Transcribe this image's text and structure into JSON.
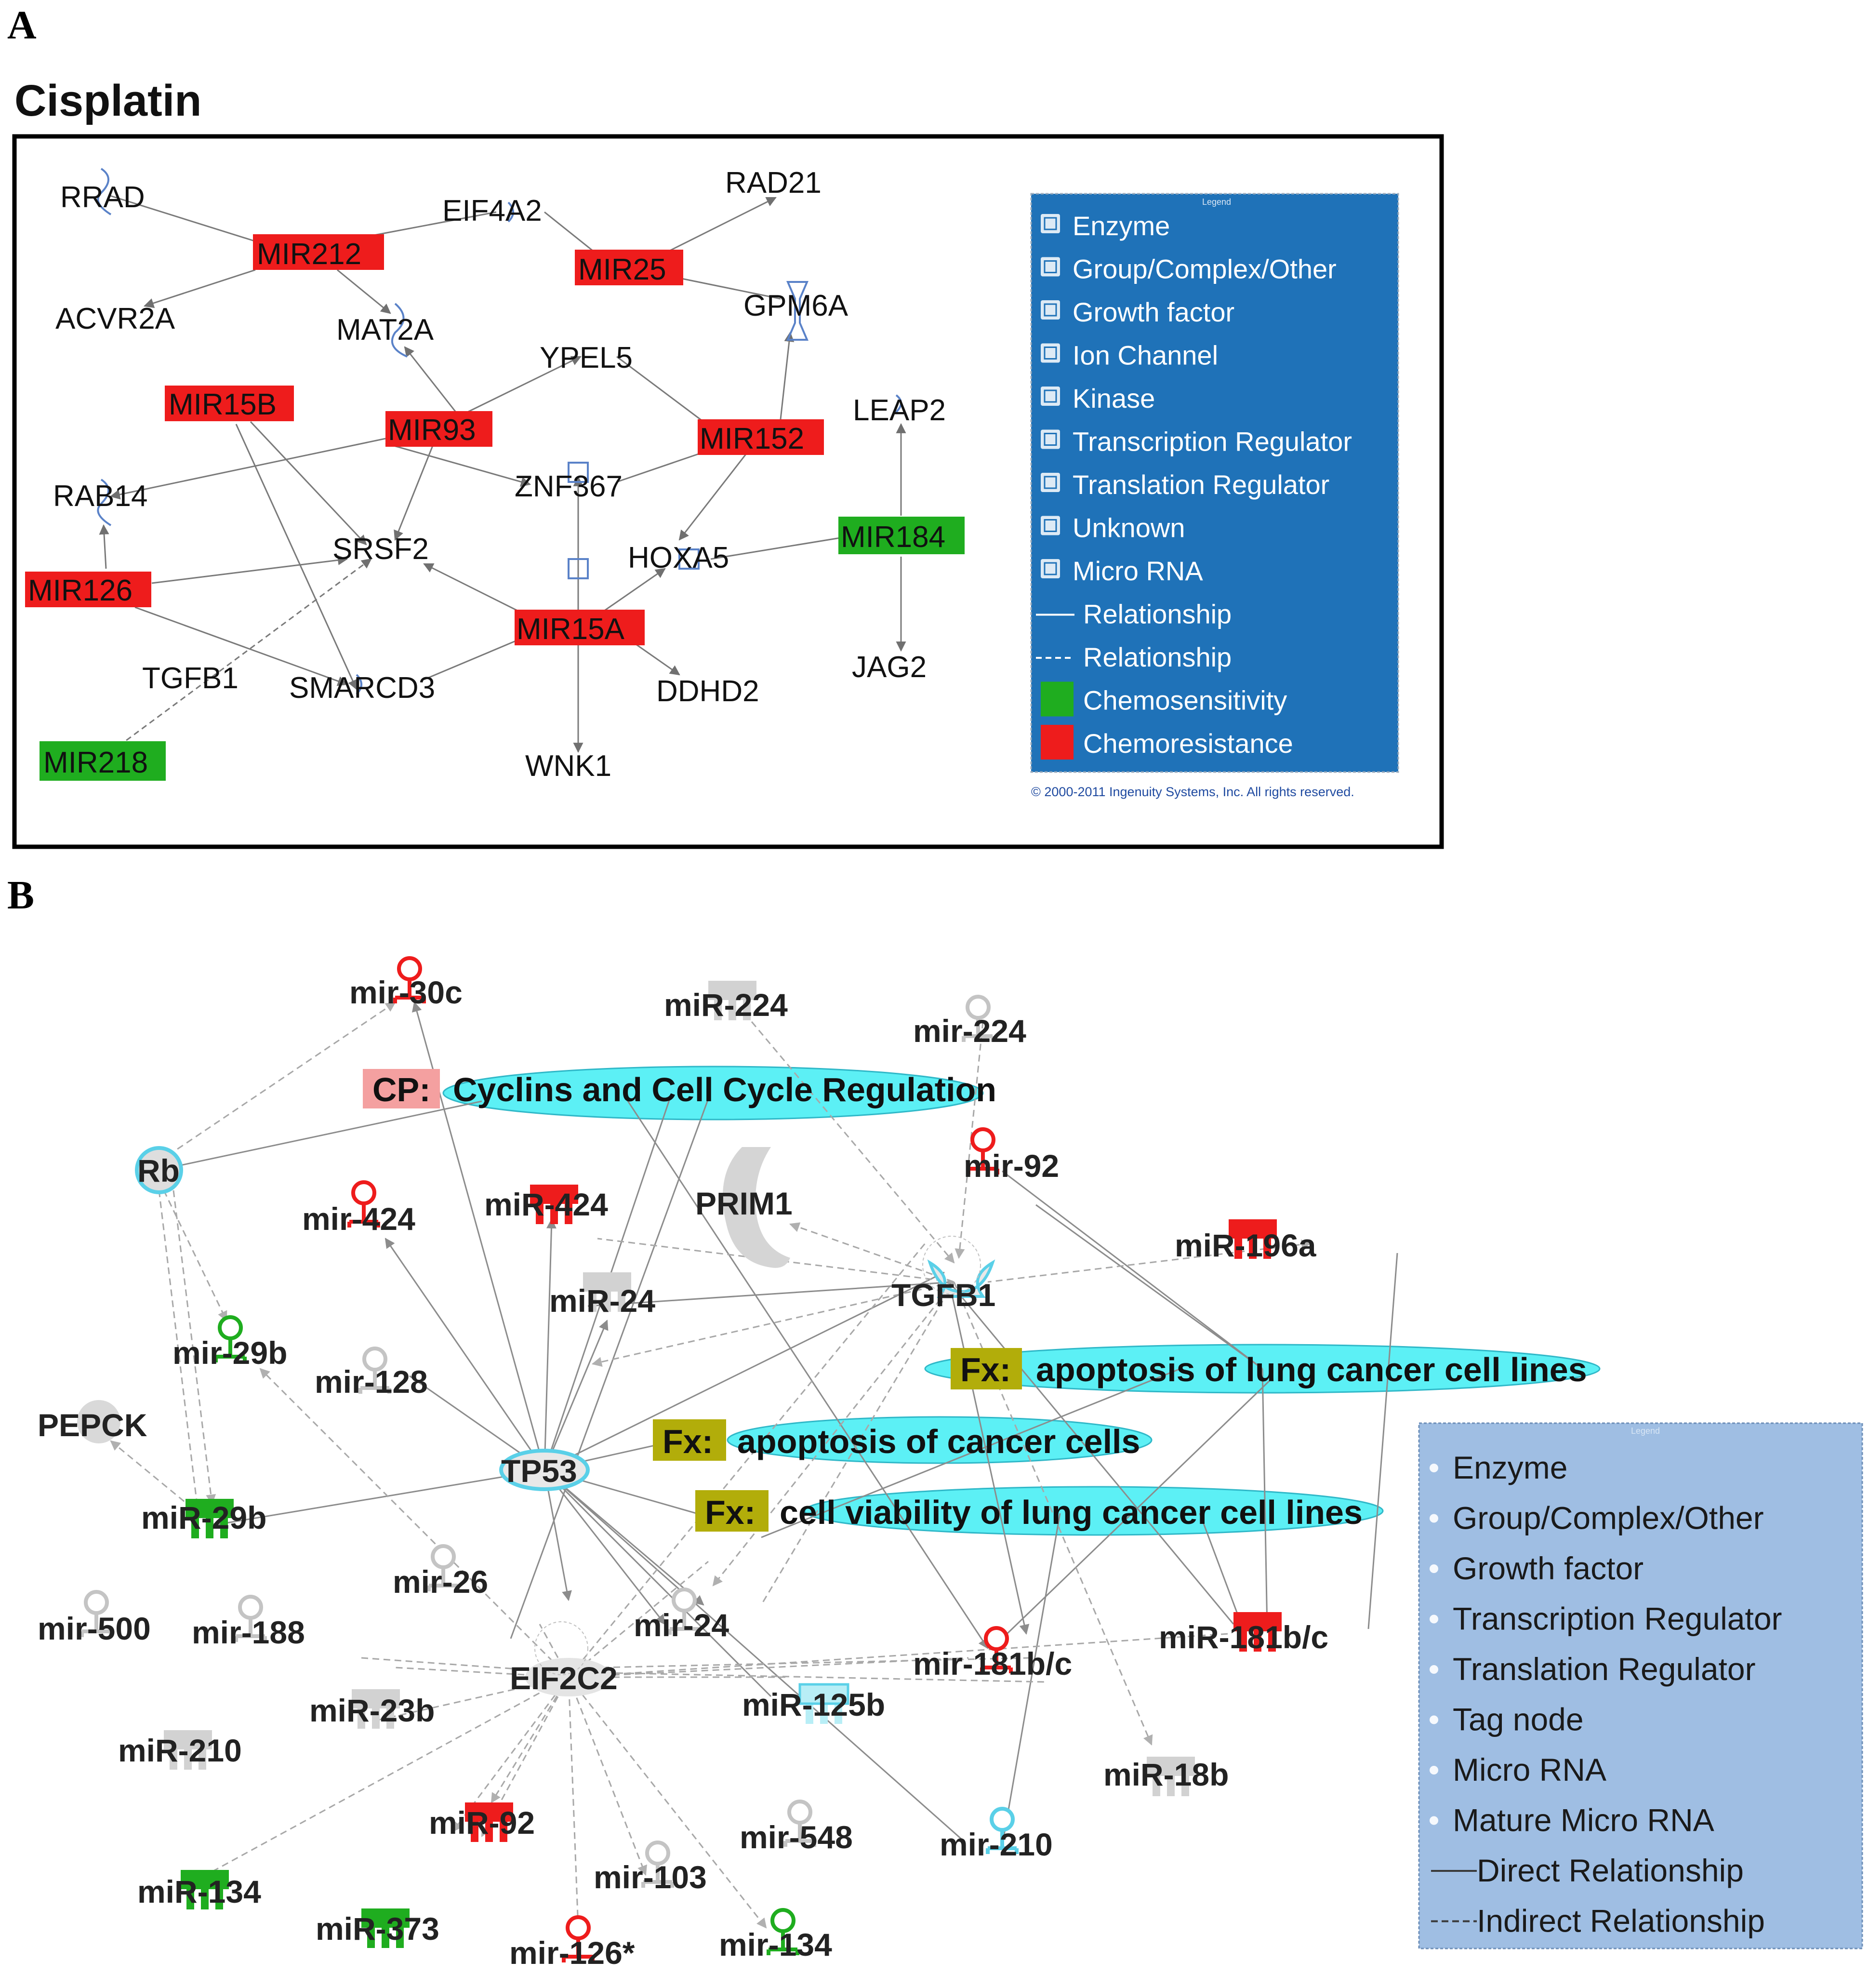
{
  "panel_a": {
    "letter": "A",
    "title": "Cisplatin",
    "legend": {
      "header": "Legend",
      "items": [
        {
          "label": "Enzyme",
          "icon": "enzyme-icon"
        },
        {
          "label": "Group/Complex/Other",
          "icon": "group-icon"
        },
        {
          "label": "Growth factor",
          "icon": "growth-factor-icon"
        },
        {
          "label": "Ion Channel",
          "icon": "ion-channel-icon"
        },
        {
          "label": "Kinase",
          "icon": "kinase-icon"
        },
        {
          "label": "Transcription Regulator",
          "icon": "transcription-regulator-icon"
        },
        {
          "label": "Translation Regulator",
          "icon": "translation-regulator-icon"
        },
        {
          "label": "Unknown",
          "icon": "unknown-icon"
        },
        {
          "label": "Micro RNA",
          "icon": "micro-rna-icon"
        },
        {
          "label": "Relationship",
          "icon": "solid-line-icon"
        },
        {
          "label": "Relationship",
          "icon": "dashed-line-icon"
        },
        {
          "label": "Chemosensitivity",
          "icon": "green-swatch-icon"
        },
        {
          "label": "Chemoresistance",
          "icon": "red-swatch-icon"
        }
      ]
    },
    "copyright": "© 2000-2011 Ingenuity Systems, Inc. All rights reserved.",
    "nodes": {
      "rrad": "RRAD",
      "eif4a2": "EIF4A2",
      "rad21": "RAD21",
      "mir212": "MIR212",
      "mir25": "MIR25",
      "acvr2a": "ACVR2A",
      "mat2a": "MAT2A",
      "gpm6a": "GPM6A",
      "ypel5": "YPEL5",
      "mir15b": "MIR15B",
      "mir93": "MIR93",
      "mir152": "MIR152",
      "leap2": "LEAP2",
      "rab14": "RAB14",
      "znf367": "ZNF367",
      "mir184": "MIR184",
      "srsf2": "SRSF2",
      "hoxa5": "HOXA5",
      "mir126": "MIR126",
      "mir15a": "MIR15A",
      "tgfb1": "TGFB1",
      "smarcd3": "SMARCD3",
      "ddhd2": "DDHD2",
      "jag2": "JAG2",
      "mir218": "MIR218",
      "wnk1": "WNK1"
    }
  },
  "panel_b": {
    "letter": "B",
    "legend": {
      "header": "Legend",
      "items": [
        {
          "label": "Enzyme",
          "icon": "enzyme-icon"
        },
        {
          "label": "Group/Complex/Other",
          "icon": "group-icon"
        },
        {
          "label": "Growth factor",
          "icon": "growth-factor-icon"
        },
        {
          "label": "Transcription Regulator",
          "icon": "transcription-regulator-icon"
        },
        {
          "label": "Translation Regulator",
          "icon": "translation-regulator-icon"
        },
        {
          "label": "Tag node",
          "icon": "tag-node-icon"
        },
        {
          "label": "Micro RNA",
          "icon": "micro-rna-icon"
        },
        {
          "label": "Mature Micro RNA",
          "icon": "mature-micro-rna-icon"
        },
        {
          "label": "Direct Relationship",
          "icon": "solid-line-icon"
        },
        {
          "label": "Indirect Relationship",
          "icon": "dashed-line-icon"
        }
      ]
    },
    "functions": {
      "cp_tag": "CP:",
      "cp_text": "Cyclins and Cell Cycle Regulation",
      "fx1_tag": "Fx:",
      "fx1_text": "apoptosis of lung cancer cell lines",
      "fx2_tag": "Fx:",
      "fx2_text": "apoptosis of cancer cells",
      "fx3_tag": "Fx:",
      "fx3_text": "cell viability of lung cancer cell lines"
    },
    "nodes": {
      "mir30c": "mir-30c",
      "mir224_mature": "miR-224",
      "mir224": "mir-224",
      "rb": "Rb",
      "mir424": "mir-424",
      "mir424_mature": "miR-424",
      "prim1": "PRIM1",
      "mir92": "mir-92",
      "mir196a": "miR-196a",
      "mir24_mature": "miR-24",
      "tgfb1": "TGFB1",
      "mir29b": "mir-29b",
      "mir128": "mir-128",
      "pepck": "PEPCK",
      "tp53": "TP53",
      "mir29b_mature": "miR-29b",
      "mir26": "mir-26",
      "mir500": "mir-500",
      "mir188": "mir-188",
      "mir24": "mir-24",
      "mir181bc": "mir-181b/c",
      "mir181bc_mature": "miR-181b/c",
      "eif2c2": "EIF2C2",
      "mir125b": "miR-125b",
      "mir23b": "miR-23b",
      "mir210_mature": "miR-210",
      "mir18b": "miR-18b",
      "mir92_mature": "miR-92",
      "mir548": "mir-548",
      "mir210": "mir-210",
      "mir134_mature": "miR-134",
      "mir103": "mir-103",
      "mir373": "miR-373",
      "mir126s": "mir-126*",
      "mir134": "mir-134"
    }
  },
  "colors": {
    "chemoresistance_red": "#ee1c1c",
    "chemosensitivity_green": "#1fad1f",
    "legend_a_blue": "#1f72b8",
    "legend_b_blue": "#9fbee3",
    "function_cyan": "#5cf0f5",
    "cp_pink": "#f4a0a0",
    "fx_olive": "#b2ad0a",
    "edge_gray": "#8c8c8c"
  }
}
